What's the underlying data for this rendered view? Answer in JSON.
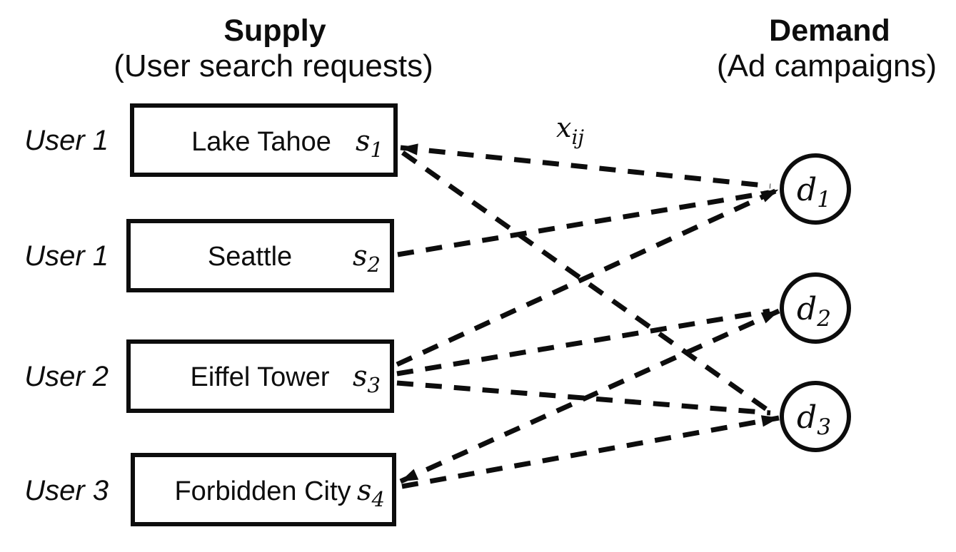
{
  "supply": {
    "title": "Supply",
    "subtitle": "(User search requests)",
    "nodes": [
      {
        "id": "s1",
        "user_label": "User 1",
        "query": "Lake Tahoe",
        "symbol": "s",
        "subscript": "1"
      },
      {
        "id": "s2",
        "user_label": "User 1",
        "query": "Seattle",
        "symbol": "s",
        "subscript": "2"
      },
      {
        "id": "s3",
        "user_label": "User 2",
        "query": "Eiffel Tower",
        "symbol": "s",
        "subscript": "3"
      },
      {
        "id": "s4",
        "user_label": "User 3",
        "query": "Forbidden City",
        "symbol": "s",
        "subscript": "4"
      }
    ]
  },
  "demand": {
    "title": "Demand",
    "subtitle": "(Ad campaigns)",
    "nodes": [
      {
        "id": "d1",
        "symbol": "d",
        "subscript": "1"
      },
      {
        "id": "d2",
        "symbol": "d",
        "subscript": "2"
      },
      {
        "id": "d3",
        "symbol": "d",
        "subscript": "3"
      }
    ]
  },
  "edge_label": {
    "symbol": "x",
    "subscript": "ij"
  },
  "edges": [
    {
      "from": "s1",
      "to": "d1",
      "arrowheads": [
        "s1"
      ]
    },
    {
      "from": "s1",
      "to": "d3",
      "arrowheads": []
    },
    {
      "from": "s2",
      "to": "d1",
      "arrowheads": []
    },
    {
      "from": "s3",
      "to": "d1",
      "arrowheads": [
        "d1"
      ]
    },
    {
      "from": "s3",
      "to": "d2",
      "arrowheads": []
    },
    {
      "from": "s3",
      "to": "d3",
      "arrowheads": []
    },
    {
      "from": "s4",
      "to": "d2",
      "arrowheads": [
        "s4",
        "d2"
      ]
    },
    {
      "from": "s4",
      "to": "d3",
      "arrowheads": [
        "d3"
      ]
    }
  ],
  "line_style": "dashed",
  "colors": {
    "ink": "#0d0d0d",
    "background": "#ffffff"
  }
}
